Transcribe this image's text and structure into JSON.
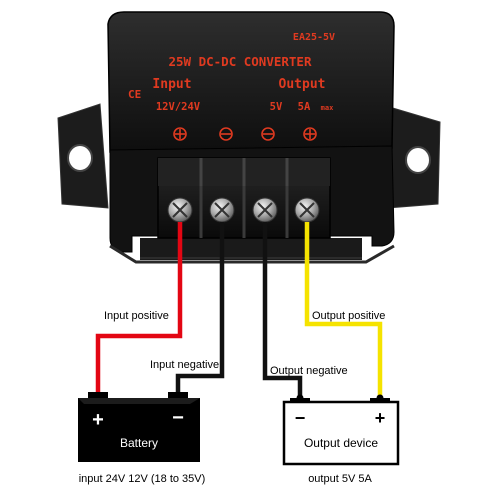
{
  "converter": {
    "model": "EA25-5V",
    "title": "25W DC-DC CONVERTER",
    "ce_mark": "CE",
    "input_heading": "Input",
    "output_heading": "Output",
    "input_spec": "12V/24V",
    "output_spec_voltage": "5V",
    "output_spec_current": "5A",
    "output_spec_max": "max",
    "print_color": "#e03a20",
    "body_color": "#141414"
  },
  "wires": {
    "input_positive": "Input positive",
    "input_negative": "Input negative",
    "output_negative": "Output negative",
    "output_positive": "Output positive",
    "colors": {
      "positive_in": "#e30613",
      "negative": "#111111",
      "positive_out": "#f5e300"
    }
  },
  "battery": {
    "plus": "+",
    "minus": "−",
    "name": "Battery",
    "caption": "input 24V 12V (18 to 35V)"
  },
  "device": {
    "plus": "+",
    "minus": "−",
    "name": "Output device",
    "caption": "output 5V 5A"
  }
}
